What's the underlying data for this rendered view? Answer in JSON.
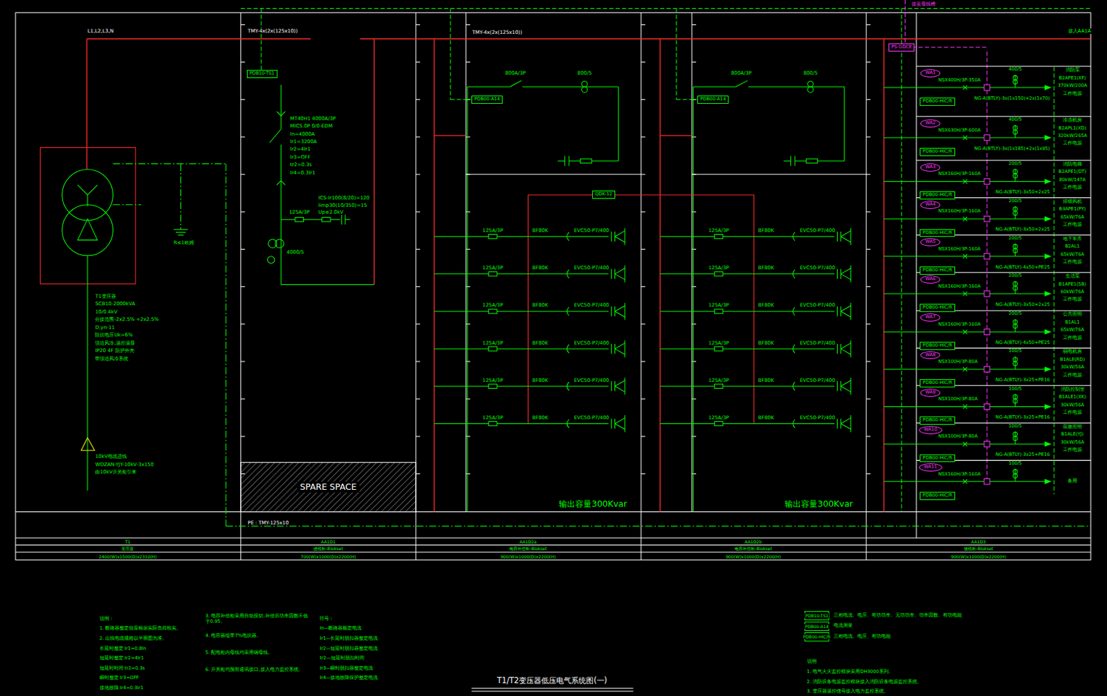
{
  "diagram": {
    "title": "T1/T2变压器低压电气系统图(一)",
    "nodes": [
      {
        "text": [
          "PDB10-TS1"
        ]
      },
      {
        "text": [
          "SPARE SPACE"
        ]
      },
      {
        "text": [
          "PDB00-A14"
        ]
      },
      {
        "text": [
          "QDK-12"
        ]
      },
      {
        "text": [
          "PDB00-A14"
        ]
      },
      {
        "text": [
          "PS-GDCE"
        ]
      },
      {
        "text": [
          "WA1"
        ]
      },
      {
        "text": [
          "PDB00-HIC/R"
        ]
      },
      {
        "text": [
          "WA2"
        ]
      },
      {
        "text": [
          "PDB00-HIC/R"
        ]
      },
      {
        "text": [
          "WA3"
        ]
      },
      {
        "text": [
          "PDB00-HIC/R"
        ]
      },
      {
        "text": [
          "WA4"
        ]
      },
      {
        "text": [
          "PDB00-HIC/R"
        ]
      },
      {
        "text": [
          "WA5"
        ]
      },
      {
        "text": [
          "PDB00-HIC/R"
        ]
      },
      {
        "text": [
          "WA6"
        ]
      },
      {
        "text": [
          "PDB00-HIC/R"
        ]
      },
      {
        "text": [
          "WA7"
        ]
      },
      {
        "text": [
          "PDB00-HIC/R"
        ]
      },
      {
        "text": [
          "WA8"
        ]
      },
      {
        "text": [
          "PDB00-HIC/R"
        ]
      },
      {
        "text": [
          "WA9"
        ]
      },
      {
        "text": [
          "PDB00-HIC/R"
        ]
      },
      {
        "text": [
          "WA10"
        ]
      },
      {
        "text": [
          "PDB00-HIC/R"
        ]
      },
      {
        "text": [
          "WA11"
        ]
      },
      {
        "text": [
          "PDB00-HIC/R"
        ]
      }
    ],
    "labels": [
      "L1,L2,L3,N",
      "TMY-4x(2x(125x10))",
      "TMY-4x(2x(125x10))",
      "接至母线槽",
      "接入AA1A",
      "T1变压器",
      "SCB10-2000kVA",
      "10/0.4kV",
      "分接范围-2x2.5% +2x2.5%",
      "D,yn-11",
      "阻抗电压Uk=6%",
      "强迫风冷,温控温显",
      "IP20 4F 防护外壳",
      "带强迫风冷系统",
      "R≤1欧姆",
      "10kV电缆进线",
      "WDZAN-YJY-10kV-3x150",
      "由10kV开关柜引来",
      "MT40H1 4000A/3P",
      "MIC5.0P 0/0-EDM",
      "In=4000A",
      "Ir1=3200A",
      "Ir2=4Ir1",
      "Ir3=OFF",
      "tr2=0.3s",
      "Ir4=0.3Ir1",
      "125A/3P",
      "ICS-Ir100(8/20)=120",
      "Iimp30(10/350)=15",
      "Up≤2.0kV",
      "4000/5",
      "800A/3P",
      "800/5",
      "125A/3P",
      "BF80K",
      "EVC50-P7/400",
      "125A/3P",
      "BF80K",
      "EVC50-P7/400",
      "125A/3P",
      "BF80K",
      "EVC50-P7/400",
      "125A/3P",
      "BF80K",
      "EVC50-P7/400",
      "125A/3P",
      "BF80K",
      "EVC50-P7/400",
      "125A/3P",
      "BF80K",
      "EVC50-P7/400",
      "输出容量300Kvar",
      "800A/3P",
      "800/5",
      "125A/3P",
      "BF80K",
      "EVC50-P7/400",
      "125A/3P",
      "BF80K",
      "EVC50-P7/400",
      "125A/3P",
      "BF80K",
      "EVC50-P7/400",
      "125A/3P",
      "BF80K",
      "EVC50-P7/400",
      "125A/3P",
      "BF80K",
      "EVC50-P7/400",
      "125A/3P",
      "BF80K",
      "EVC50-P7/400",
      "输出容量300Kvar",
      "NSX400H/3P-350A",
      "400/5",
      "NG-A(BTLY)-3x(1x150)+2x(1x70)",
      "消防泵",
      "B2APE1(XF)",
      "370kW/200A",
      "工作电源",
      "NSX630H/3P-600A",
      "400/5",
      "NG-A(BTLY)-3x(1x185)+2x(1x95)",
      "冷冻机房",
      "B2APL1(XD)",
      "320kW/265A",
      "工作电源",
      "NSX160H/3P-160A",
      "200/5",
      "NG-A(BTLY)-3x50+2x25",
      "消防电梯",
      "B2APE1(DT)",
      "80kW/147A",
      "工作电源",
      "NSX160H/3P-160A",
      "200/5",
      "NG-A(BTLY)-3x50+2x25",
      "排烟风机",
      "B3APE1(PY)",
      "65kW/76A",
      "工作电源",
      "NSX160H/3P-160A",
      "200/5",
      "NG-A(BTLY)-4x50+PE25",
      "地下车库",
      "B2AL1",
      "65kW/76A",
      "工作电源",
      "NSX160H/3P-160A",
      "200/5",
      "NG-A(BTLY)-3x50+2x25",
      "生活泵",
      "B1APE1(SB)",
      "60kW/76A",
      "工作电源",
      "NSX160H/3P-160A",
      "200/5",
      "NG-A(BTLY)-4x50+PE25",
      "公共照明",
      "B1AL1",
      "65kW/76A",
      "工作电源",
      "NSX100H/3P-80A",
      "100/5",
      "NG-A(BTLY)-3x25+PE16",
      "弱电机房",
      "B1ALE(RD)",
      "30kW/56A",
      "工作电源",
      "NSX100H/3P-80A",
      "100/5",
      "NG-A(BTLY)-3x25+PE16",
      "消防控制室",
      "B1ALE1(XK)",
      "30kW/56A",
      "工作电源",
      "NSX100H/3P-80A",
      "100/5",
      "NG-A(BTLY)-3x25+PE16",
      "应急照明",
      "B1ALE(YJ)",
      "30kW/56A",
      "工作电源",
      "NSX160H/3P-160A",
      "100/5",
      "备用",
      "PE：TMY-125x10",
      "T1",
      "变压器",
      "2400(W)x1500(D)x2310(H)",
      "AA1D1",
      "进线柜-Blokset",
      "700(W)x1000(D)x2200(H)",
      "AA1D2a",
      "电容补偿柜-Blokset",
      "900(W)x1000(D)x2200(H)",
      "AA1D2b",
      "电容补偿柜-Blokset",
      "900(W)x1000(D)x2200(H)",
      "AA1D3",
      "馈线柜-Blokset",
      "900(W)x1000(D)x2200(H)",
      "说明：",
      "1. 断路器整定值应根据实际负荷核实。",
      "2. 出线电缆规格以平面图为准。",
      "长延时整定 Ir1=0.8In",
      "短延时整定 Ir2=4Ir1",
      "短延时时间 tr2=0.3s",
      "瞬时整定 Ir3=OFF",
      "接地故障 Ir4=0.3Ir1",
      "3. 电容补偿柜采用自动投切,补偿后功率因数不低于0.95。",
      "4. 电容器组带7%电抗器。",
      "5. 配电柜内母线均采用铜母线。",
      "6. 开关柜均预留通讯接口,接入电力监控系统。",
      "符号：",
      "In—断路器额定电流",
      "Ir1—长延时脱扣器整定电流",
      "Ir2—短延时脱扣器整定电流",
      "tr2—短延时脱扣时间",
      "Ir3—瞬时脱扣器整定电流",
      "Ir4—接地故障保护整定电流",
      "PDB10-TS1",
      "PDB00-A14",
      "PDB00-HIC/R",
      "说明",
      "1. 电气火灾监控模块采用DH3000系列。",
      "2. 消防设备电源监控模块接入消防设备电源监控系统。",
      "3. 变压器温控信号接入电力监控系统。"
    ],
    "legend": [
      {
        "text": "三相电流、电压、有功功率、无功功率、功率因数、有功电能"
      },
      {
        "text": "电流测量"
      },
      {
        "text": "三相电流、电压、有功电能"
      }
    ]
  }
}
